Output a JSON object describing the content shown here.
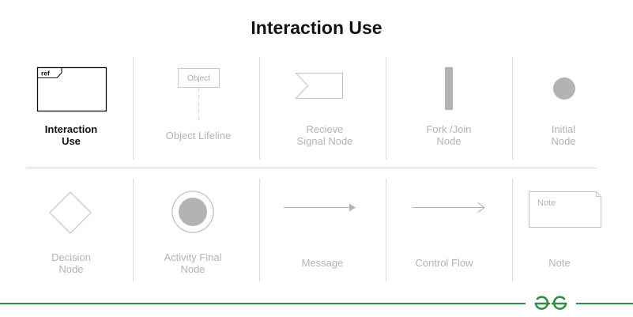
{
  "title": "Interaction Use",
  "cells": [
    {
      "name": "interaction-use",
      "label_lines": [
        "Interaction",
        "Use"
      ],
      "inner_text": "ref",
      "active": true
    },
    {
      "name": "object-lifeline",
      "label_lines": [
        "Object Lifeline"
      ],
      "inner_text": "Object",
      "active": false
    },
    {
      "name": "receive-signal-node",
      "label_lines": [
        "Recieve",
        "Signal Node"
      ],
      "inner_text": "",
      "active": false
    },
    {
      "name": "fork-join-node",
      "label_lines": [
        "Fork /Join",
        "Node"
      ],
      "inner_text": "",
      "active": false
    },
    {
      "name": "initial-node",
      "label_lines": [
        "Initial",
        "Node"
      ],
      "inner_text": "",
      "active": false
    },
    {
      "name": "decision-node",
      "label_lines": [
        "Decision",
        "Node"
      ],
      "inner_text": "",
      "active": false
    },
    {
      "name": "activity-final-node",
      "label_lines": [
        "Activity Final",
        "Node"
      ],
      "inner_text": "",
      "active": false
    },
    {
      "name": "message",
      "label_lines": [
        "Message"
      ],
      "inner_text": "",
      "active": false
    },
    {
      "name": "control-flow",
      "label_lines": [
        "Control Flow"
      ],
      "inner_text": "",
      "active": false
    },
    {
      "name": "note",
      "label_lines": [
        "Note"
      ],
      "inner_text": "Note",
      "active": false
    }
  ],
  "colors": {
    "brand": "#2f8d46",
    "active_text": "#111111",
    "inactive": "#b4b4b4"
  },
  "logo_icon": "gfg-logo-icon"
}
